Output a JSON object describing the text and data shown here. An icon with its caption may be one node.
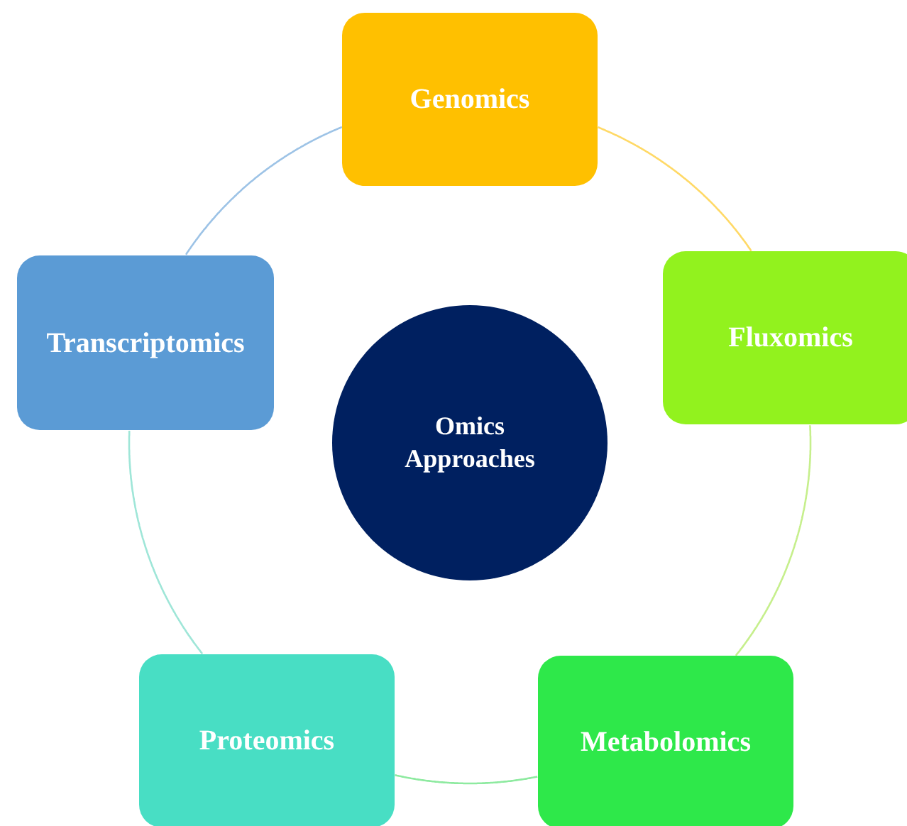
{
  "diagram": {
    "nodes": [
      {
        "text": [
          "Genomics"
        ]
      },
      {
        "text": [
          "Fluxomics"
        ]
      },
      {
        "text": [
          "Metabolomics"
        ]
      },
      {
        "text": [
          "Proteomics"
        ]
      },
      {
        "text": [
          "Transcriptomics"
        ]
      },
      {
        "text": [
          "Omics Approaches"
        ]
      }
    ],
    "edges": [
      {
        "from": 0,
        "to": 1,
        "arrow": "none",
        "color": "#ffd966"
      },
      {
        "from": 1,
        "to": 2,
        "arrow": "none",
        "color": "#c6ef8c"
      },
      {
        "from": 2,
        "to": 3,
        "arrow": "none",
        "color": "#8eeaa0"
      },
      {
        "from": 3,
        "to": 4,
        "arrow": "none",
        "color": "#9fe6d8"
      },
      {
        "from": 4,
        "to": 0,
        "arrow": "none",
        "color": "#9dc3e6"
      }
    ]
  }
}
